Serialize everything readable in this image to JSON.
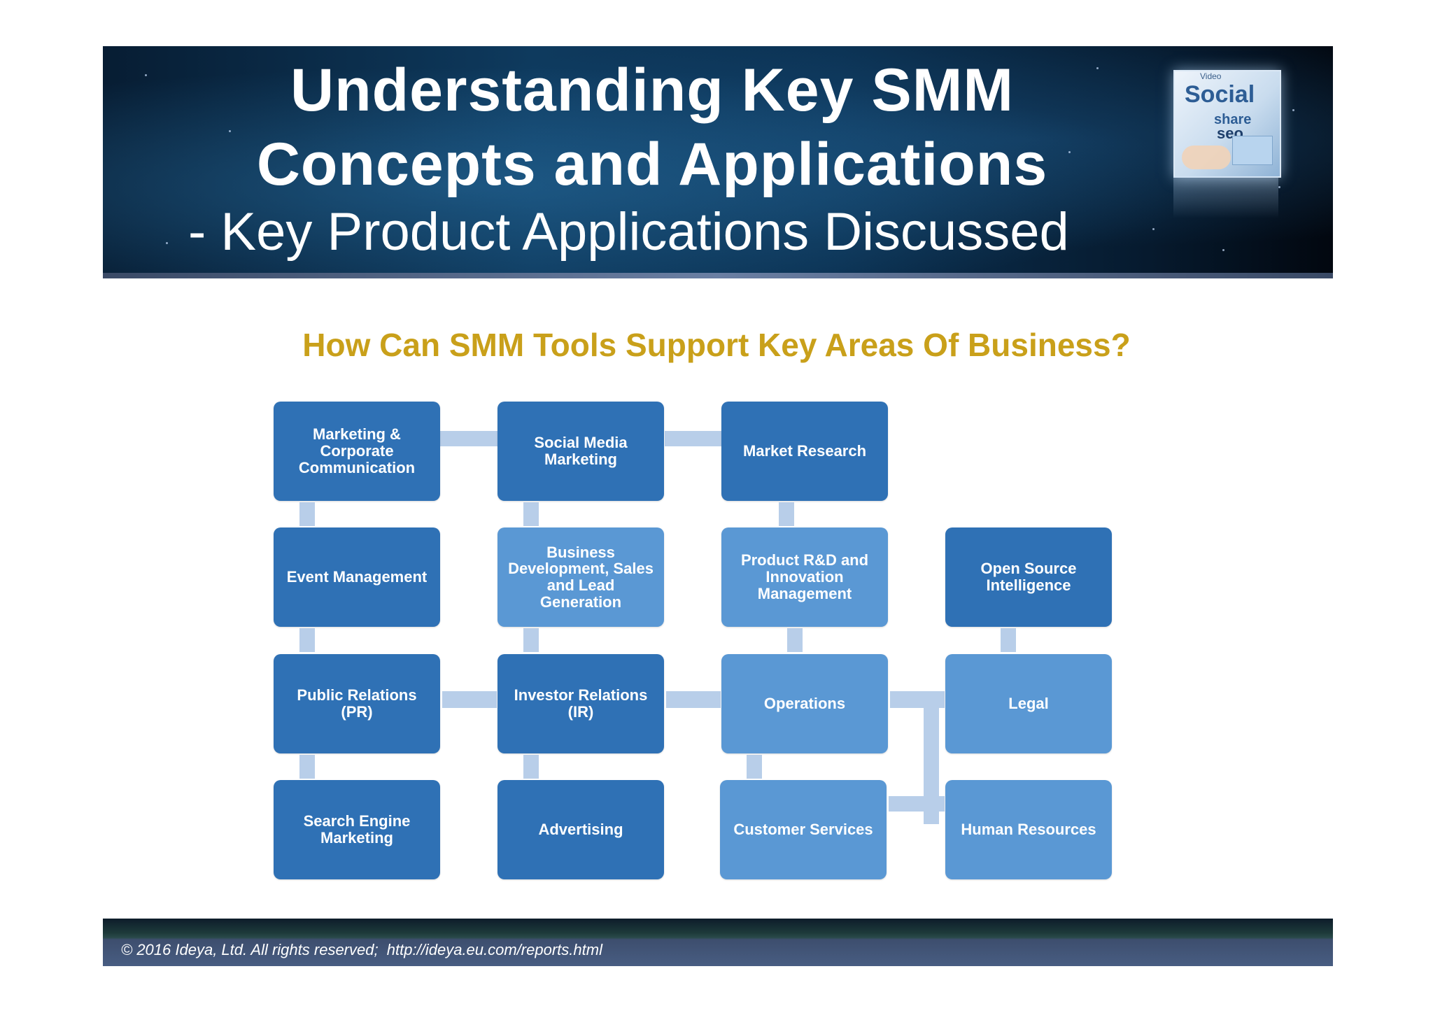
{
  "header": {
    "title_line1": "Understanding Key SMM",
    "title_line2": "Concepts and Applications",
    "title_line3": "- Key Product Applications Discussed",
    "cube_words": [
      "Social",
      "share",
      "seo",
      "Video"
    ]
  },
  "subtitle": "How Can SMM Tools Support Key Areas Of Business?",
  "diagram": {
    "boxes": {
      "marketing": "Marketing & Corporate Communication",
      "social_media": "Social Media Marketing",
      "market_research": "Market Research",
      "event_mgmt": "Event Management",
      "business_dev": "Business Development, Sales and Lead Generation",
      "product_rd": "Product  R&D and Innovation Management",
      "open_source": "Open Source Intelligence",
      "public_relations": "Public Relations (PR)",
      "investor_relations": "Investor Relations (IR)",
      "operations": "Operations",
      "legal": "Legal",
      "sem": "Search Engine Marketing",
      "advertising": "Advertising",
      "customer_services": "Customer Services",
      "human_resources": "Human Resources"
    }
  },
  "footer": {
    "text": "© 2016 Ideya, Ltd. All rights reserved;  http://ideya.eu.com/reports.html"
  },
  "colors": {
    "box_dark": "#2f71b5",
    "box_light": "#5a98d4",
    "connector": "#b8cee9",
    "subtitle": "#c9a01a"
  }
}
